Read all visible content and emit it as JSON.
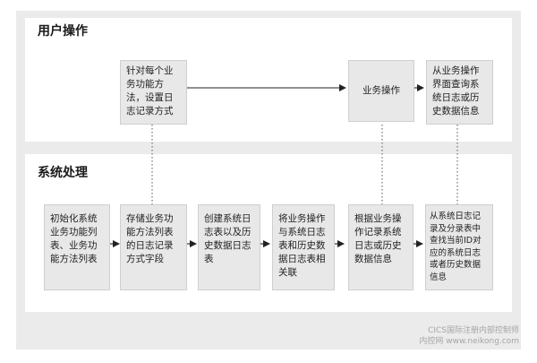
{
  "sections": {
    "user_ops": "用户操作",
    "system": "系统处理"
  },
  "user_boxes": {
    "config_log": "针对每个业\n务功能方\n法，设置日\n志记录方式",
    "business_op": "业务操作",
    "query_log": "从业务操作\n界面查询系\n统日志或历\n史数据信息"
  },
  "system_boxes": {
    "init_lists": "初始化系统\n业务功能列\n表、业务功\n能方法列表",
    "store_fields": "存储业务功\n能方法列表\n的日志记录\n方式字段",
    "create_tables": "创建系统日\n志表以及历\n史数据日志\n表",
    "link_tables": "将业务操作\n与系统日志\n表和历史数\n据日志表相\n关联",
    "record_info": "根据业务操\n作记录系统\n日志或历史\n数据信息",
    "lookup_info": "从系统日志记\n录及分录表中\n查找当前ID对\n应的系统日志\n或者历史数据\n信息"
  },
  "watermark": {
    "line1": "CICS国际注册内部控制师",
    "line2": "内控网 www.neikong.com"
  }
}
